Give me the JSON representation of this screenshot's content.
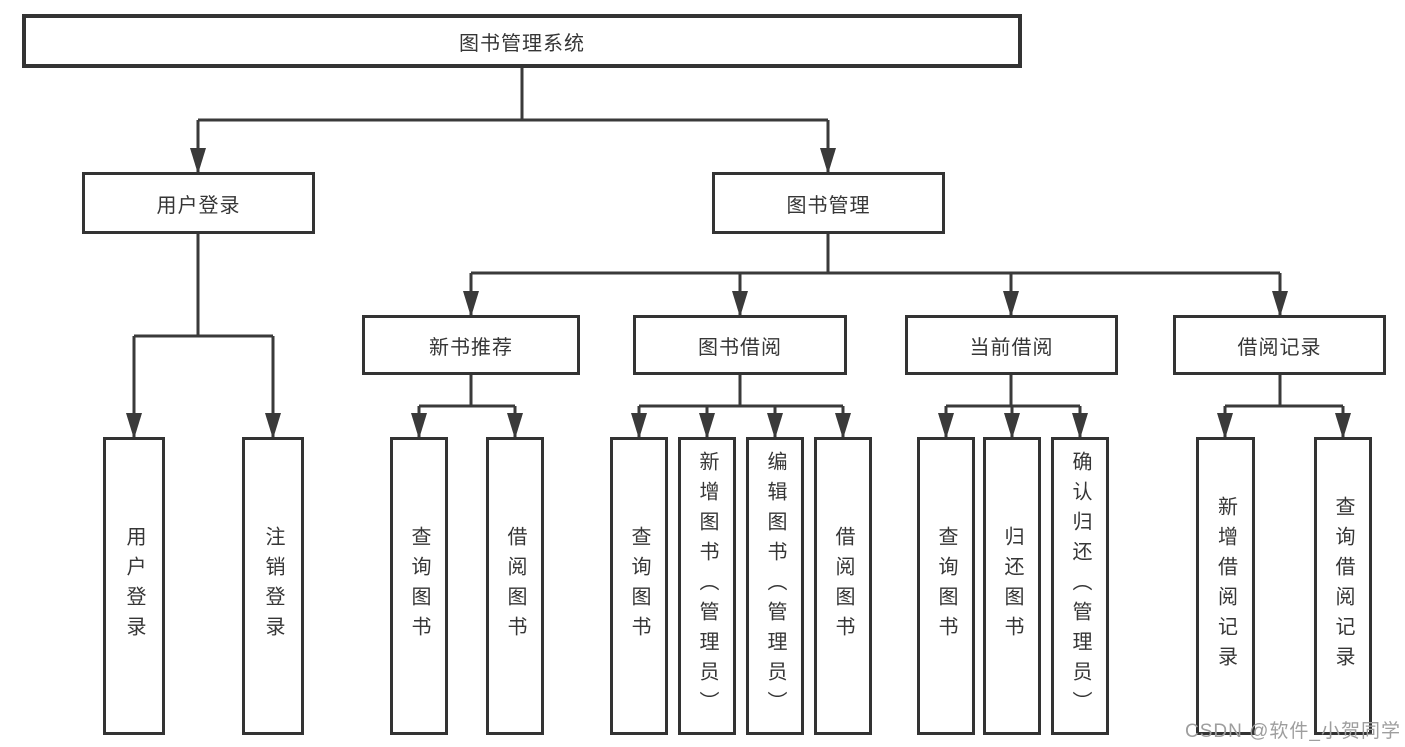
{
  "tree": {
    "root": {
      "label": "图书管理系统"
    },
    "branches": [
      {
        "label": "用户登录",
        "children": [
          {
            "label": "用户登录"
          },
          {
            "label": "注销登录"
          }
        ]
      },
      {
        "label": "图书管理",
        "children": [
          {
            "label": "新书推荐",
            "children": [
              {
                "label": "查询图书"
              },
              {
                "label": "借阅图书"
              }
            ]
          },
          {
            "label": "图书借阅",
            "children": [
              {
                "label": "查询图书"
              },
              {
                "label": "新增图书（管理员）"
              },
              {
                "label": "编辑图书（管理员）"
              },
              {
                "label": "借阅图书"
              }
            ]
          },
          {
            "label": "当前借阅",
            "children": [
              {
                "label": "查询图书"
              },
              {
                "label": "归还图书"
              },
              {
                "label": "确认归还（管理员）"
              }
            ]
          },
          {
            "label": "借阅记录",
            "children": [
              {
                "label": "新增借阅记录"
              },
              {
                "label": "查询借阅记录"
              }
            ]
          }
        ]
      }
    ]
  },
  "watermark": "CSDN @软件_小贺同学",
  "colors": {
    "line": "#3a3a3a",
    "box_border": "#333333",
    "text": "#363636",
    "watermark": "#9e9e9e",
    "background": "#ffffff"
  }
}
